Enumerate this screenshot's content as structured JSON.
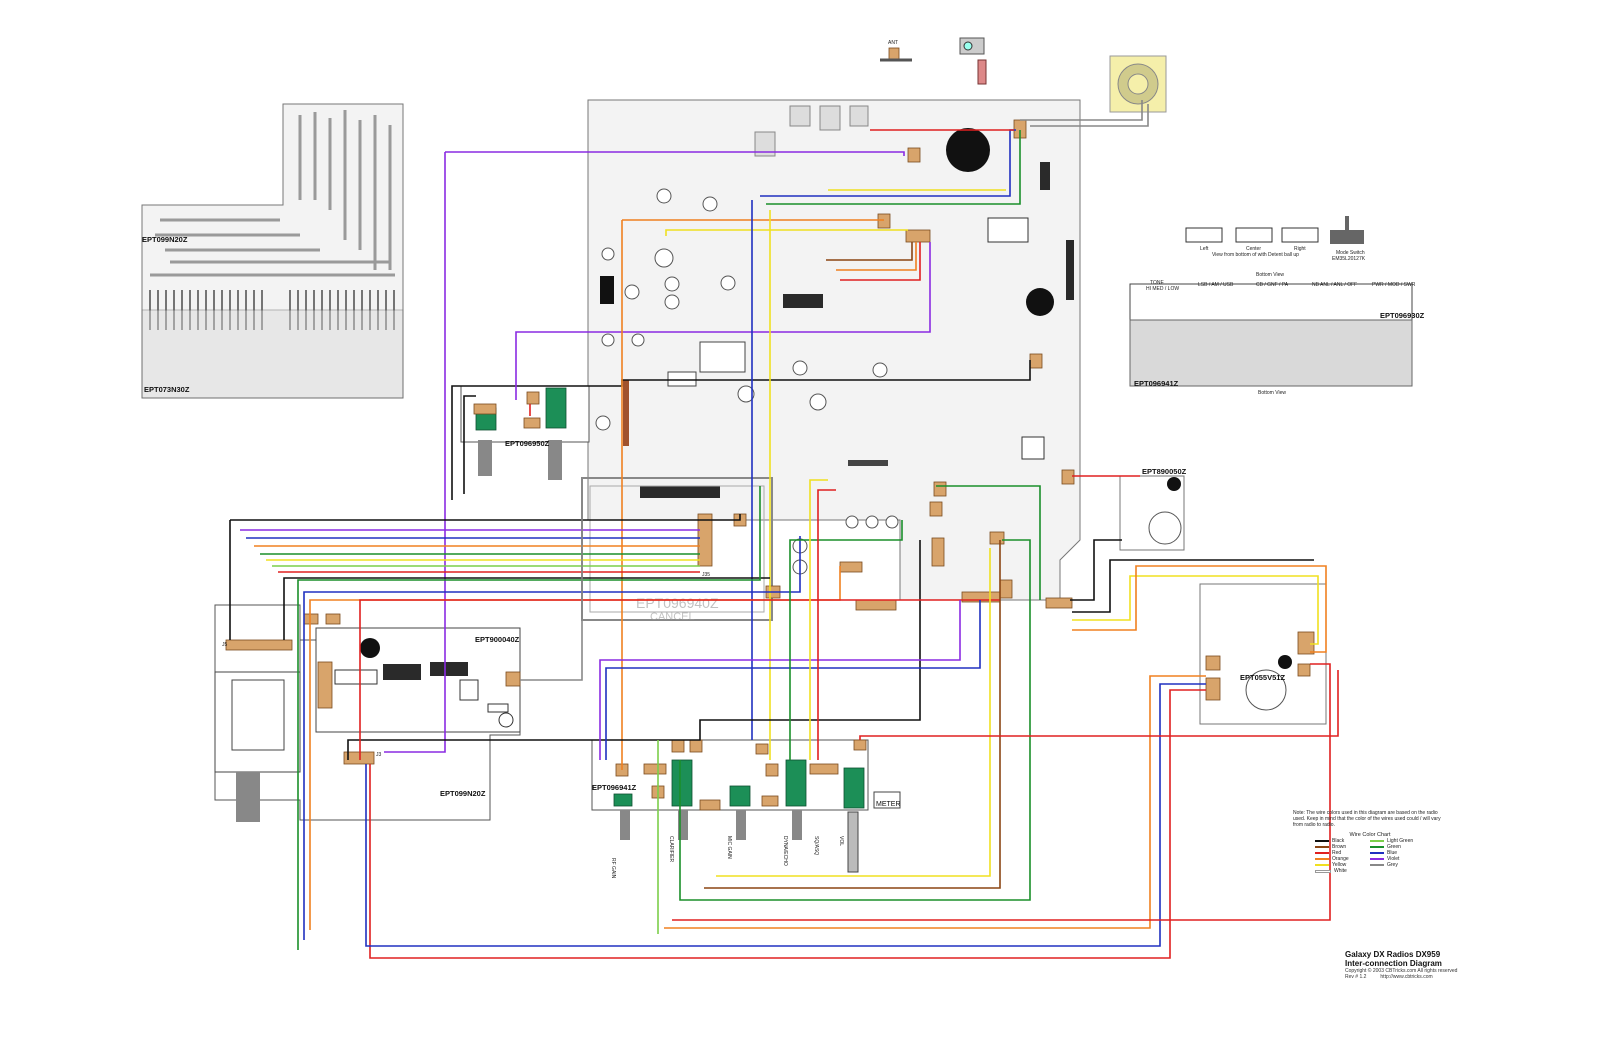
{
  "board_labels": {
    "ept099n20z_top": "EPT099N20Z",
    "ept073n30z": "EPT073N30Z",
    "ept096950z": "EPT096950Z",
    "ept900040z": "EPT900040Z",
    "ept099n20z_bottom": "EPT099N20Z",
    "ept096941z_front": "EPT096941Z",
    "ept096930z": "EPT096930Z",
    "ept096941z_right": "EPT096941Z",
    "ept890050z": "EPT890050Z",
    "ept055v51z": "EPT055V51Z",
    "ept096940z_cancel": "EPT096940Z"
  },
  "cancel_stamp": "CANCEL",
  "components": {
    "ant": "ANT",
    "meter": "METER",
    "j35": "J35",
    "j5": "J5",
    "j3": "J3"
  },
  "switch_views": {
    "left": "Left",
    "center": "Center",
    "right": "Right",
    "caption": "View from bottom of with Detent ball up",
    "mode_switch": "Mode Switch",
    "mode_switch_part": "EM35L20127K"
  },
  "bottom_view": {
    "top_label": "Bottom View",
    "bottom_label": "Bottom View",
    "sections": [
      "TONE",
      "HI MED / LOW",
      "LSB / AM / USB",
      "CB / GNF / PA",
      "NB ANL / ANL / OFF",
      "PWR / MOD / SWR"
    ]
  },
  "knob_labels": [
    "RF GAIN",
    "CLARIFIER",
    "MIC GAIN",
    "DYNA/ECHO",
    "SQ/ASQ",
    "VOL"
  ],
  "note": "Note: The wire colors used in this diagram are based on the radio used. Keep in mind that the color of the wires used could / will vary from radio to radio.",
  "wire_color_chart": {
    "title": "Wire Color Chart",
    "colors": [
      {
        "name": "Black",
        "hex": "#111111"
      },
      {
        "name": "Light Green",
        "hex": "#7ccf4a"
      },
      {
        "name": "Brown",
        "hex": "#8b4513"
      },
      {
        "name": "Green",
        "hex": "#1a8f2a"
      },
      {
        "name": "Red",
        "hex": "#e02020"
      },
      {
        "name": "Blue",
        "hex": "#2030c0"
      },
      {
        "name": "Orange",
        "hex": "#f08020"
      },
      {
        "name": "Violet",
        "hex": "#8a2be2"
      },
      {
        "name": "Yellow",
        "hex": "#f0e020"
      },
      {
        "name": "Grey",
        "hex": "#888888"
      },
      {
        "name": "White",
        "hex": "#ffffff"
      }
    ]
  },
  "title_block": {
    "line1": "Galaxy DX Radios DX959",
    "line2": "Inter-connection Diagram",
    "copyright": "Copyright © 2003 CBTricks.com     All rights reserved",
    "rev": "Rev # 1.2",
    "url": "http://www.cbtricks.com"
  }
}
